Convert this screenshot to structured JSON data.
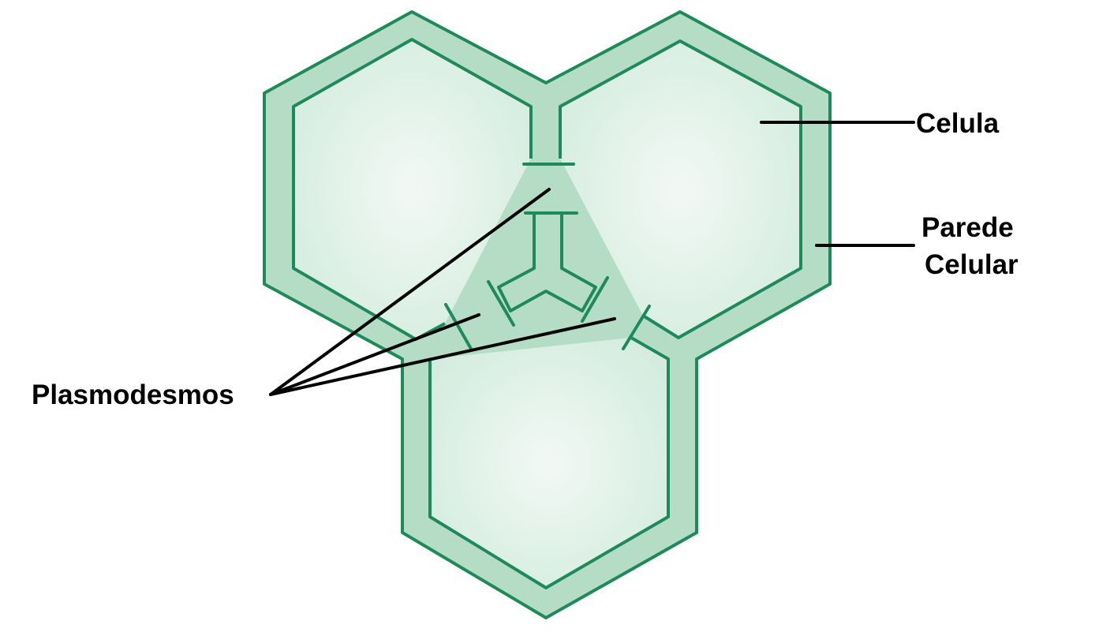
{
  "labels": {
    "cell": "Celula",
    "wall_line1": "Parede",
    "wall_line2": "Celular",
    "plasmodesmata": "Plasmodesmos"
  },
  "colors": {
    "wall_fill": "#b5dcc4",
    "wall_stroke": "#1e8a5a",
    "cell_center": "#f2f9f5",
    "cell_edge": "#d4ecdf",
    "leader": "#000000",
    "text": "#000000"
  }
}
